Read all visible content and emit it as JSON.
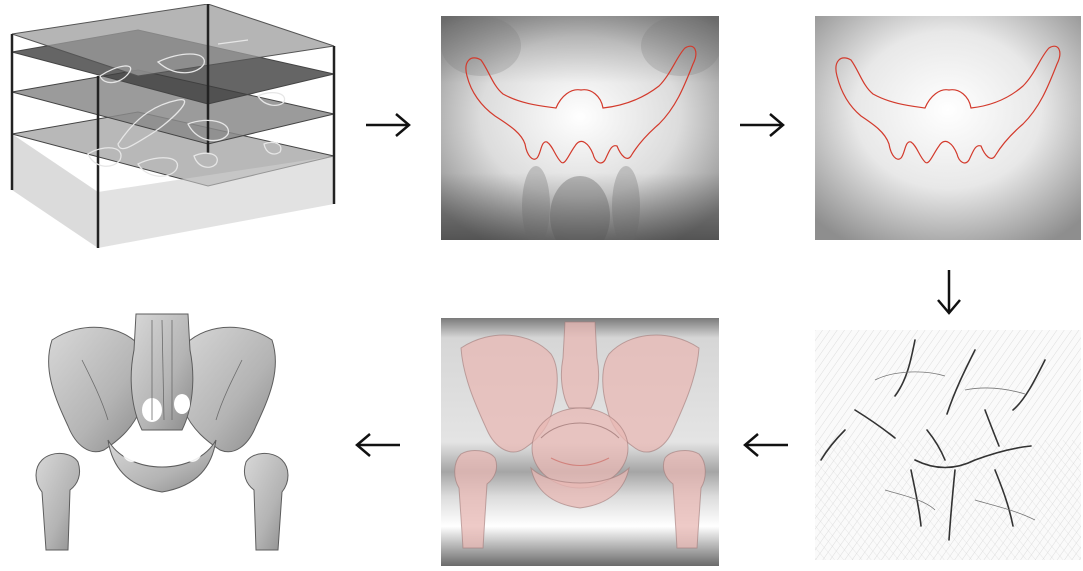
{
  "pipeline": {
    "steps": [
      {
        "id": "contour-stack",
        "icon": "stacked-slices-contours"
      },
      {
        "id": "distance-field-raw",
        "icon": "distance-field-with-contour"
      },
      {
        "id": "distance-field-smooth",
        "icon": "smoothed-distance-field-with-contour"
      },
      {
        "id": "line-field",
        "icon": "hatched-line-field"
      },
      {
        "id": "volume-render",
        "icon": "translucent-volume-rendering"
      },
      {
        "id": "surface-mesh",
        "icon": "reconstructed-bone-surface"
      }
    ],
    "arrows": [
      {
        "from": "contour-stack",
        "to": "distance-field-raw",
        "direction": "right"
      },
      {
        "from": "distance-field-raw",
        "to": "distance-field-smooth",
        "direction": "right"
      },
      {
        "from": "distance-field-smooth",
        "to": "line-field",
        "direction": "down"
      },
      {
        "from": "line-field",
        "to": "volume-render",
        "direction": "left"
      },
      {
        "from": "volume-render",
        "to": "surface-mesh",
        "direction": "left"
      }
    ],
    "colors": {
      "contour": "#d33a2c",
      "arrow": "#111111",
      "bone": "#b9b9b9",
      "tissue": "#e8b8b4"
    }
  }
}
